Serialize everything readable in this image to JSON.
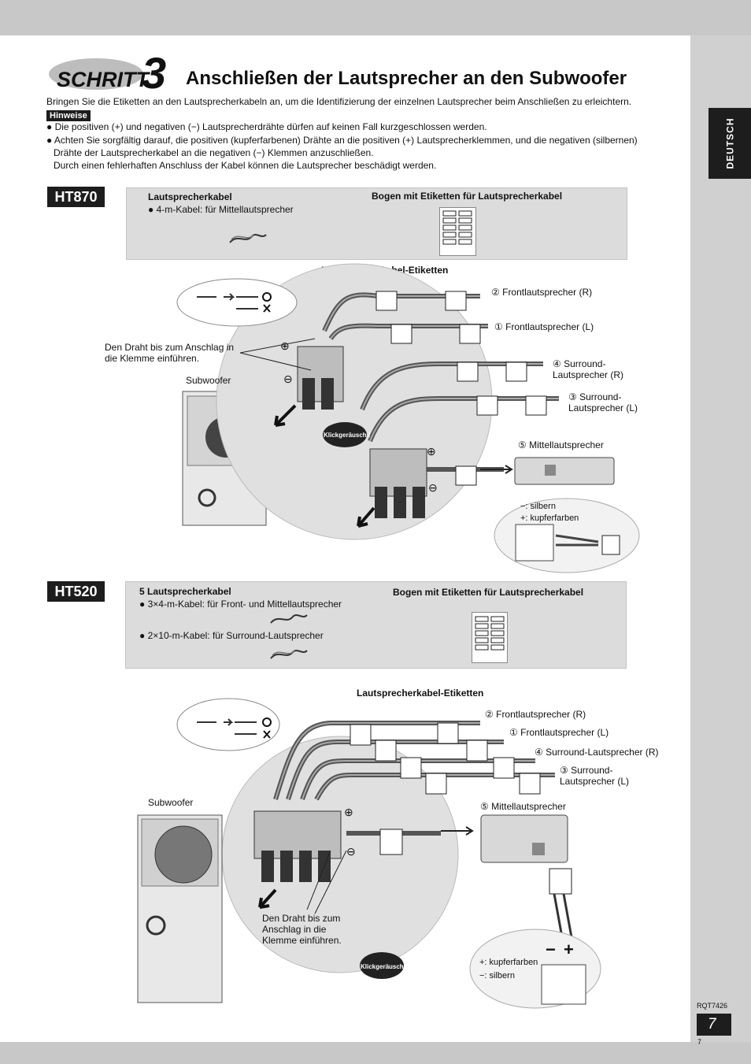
{
  "step": {
    "word": "SCHRITT",
    "number": "3"
  },
  "title": "Anschließen der Lautsprecher an den Subwoofer",
  "intro": "Bringen Sie die Etiketten an den Lautsprecherkabeln an, um die Identifizierung der einzelnen Lautsprecher beim Anschließen zu erleichtern.",
  "hints_label": "Hinweise",
  "bullets": [
    "Die positiven (+) und negativen (−) Lautsprecherdrähte dürfen auf keinen Fall kurzgeschlossen werden.",
    "Achten Sie sorgfältig darauf, die positiven (kupferfarbenen) Drähte an die positiven (+) Lautsprecherklemmen, und die negativen (silbernen)",
    "Drähte der Lautsprecherkabel an die negativen (−) Klemmen anzuschließen.",
    "Durch einen fehlerhaften Anschluss der Kabel können die Lautsprecher beschädigt werden."
  ],
  "side_tab": "DEUTSCH",
  "ht870": {
    "model": "HT870",
    "cable_title": "Lautsprecherkabel",
    "cable_item": "4-m-Kabel: für Mittellautsprecher",
    "sheet_title": "Bogen mit Etiketten für Lautsprecherkabel",
    "labels_title": "Lautsprecherkabel-Etiketten",
    "insert_note": "Den Draht bis zum Anschlag in die Klemme einführen.",
    "subwoofer": "Subwoofer",
    "click": "Klickgeräusch !",
    "speakers": {
      "front_r": "Frontlautsprecher (R)",
      "front_l": "Frontlautsprecher (L)",
      "surround_r": "Surround-\nLautsprecher (R)",
      "surround_l": "Surround-\nLautsprecher (L)",
      "center": "Mittellautsprecher"
    },
    "minus_label": "−: silbern",
    "plus_label": "+: kupferfarben",
    "numbers": {
      "front_r": "②",
      "front_l": "①",
      "surround_r": "④",
      "surround_l": "③",
      "center": "⑤"
    }
  },
  "ht520": {
    "model": "HT520",
    "cable_title": "5 Lautsprecherkabel",
    "cable_item_1": "3×4-m-Kabel: für Front- und Mittellautsprecher",
    "cable_item_2": "2×10-m-Kabel: für Surround-Lautsprecher",
    "sheet_title": "Bogen mit Etiketten für Lautsprecherkabel",
    "labels_title": "Lautsprecherkabel-Etiketten",
    "insert_note": "Den Draht bis zum Anschlag in die Klemme einführen.",
    "subwoofer": "Subwoofer",
    "click": "Klickgeräusch !",
    "speakers": {
      "front_r": "Frontlautsprecher (R)",
      "front_l": "Frontlautsprecher (L)",
      "surround_r": "Surround-Lautsprecher (R)",
      "surround_l": "Surround-\nLautsprecher (L)",
      "center": "Mittellautsprecher"
    },
    "plus_label": "+: kupferfarben",
    "minus_label": "−: silbern",
    "numbers": {
      "front_r": "②",
      "front_l": "①",
      "surround_r": "④",
      "surround_l": "③",
      "center": "⑤"
    }
  },
  "footer": {
    "code": "RQT7426",
    "page": "7",
    "page_small": "7"
  }
}
